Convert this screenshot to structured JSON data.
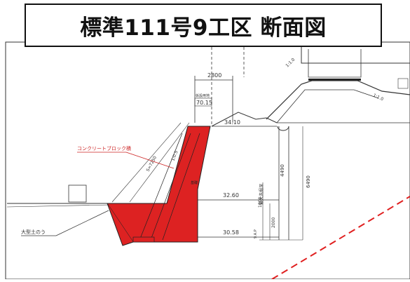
{
  "title": "標準111号9工区 断面図",
  "labels": {
    "block_wall": "コンクリートブロック積",
    "dim_top": "2800",
    "small_label": "仮設用地",
    "elev_top": "70.15",
    "elev_crest": "34.10",
    "slope_a": "1:0.5",
    "slope_b": "S=7250",
    "slope_c": "1:1.0",
    "slope_d": "1:1.0",
    "elev_mid": "32.60",
    "elev_low": "30.58",
    "dim_4490": "4490",
    "dim_6490": "6490",
    "dim_2000": "2000",
    "dim_1000": "1000",
    "vertical_note": "最大洗掘深",
    "vertical_note_2": "9.A.P",
    "bottom_left": "大型土のう",
    "small_tag": "基礎"
  },
  "colors": {
    "wall_fill": "#dd2222",
    "dashed_line": "#e02020",
    "drawing_line": "#333333",
    "leader_red": "#cc2222"
  }
}
